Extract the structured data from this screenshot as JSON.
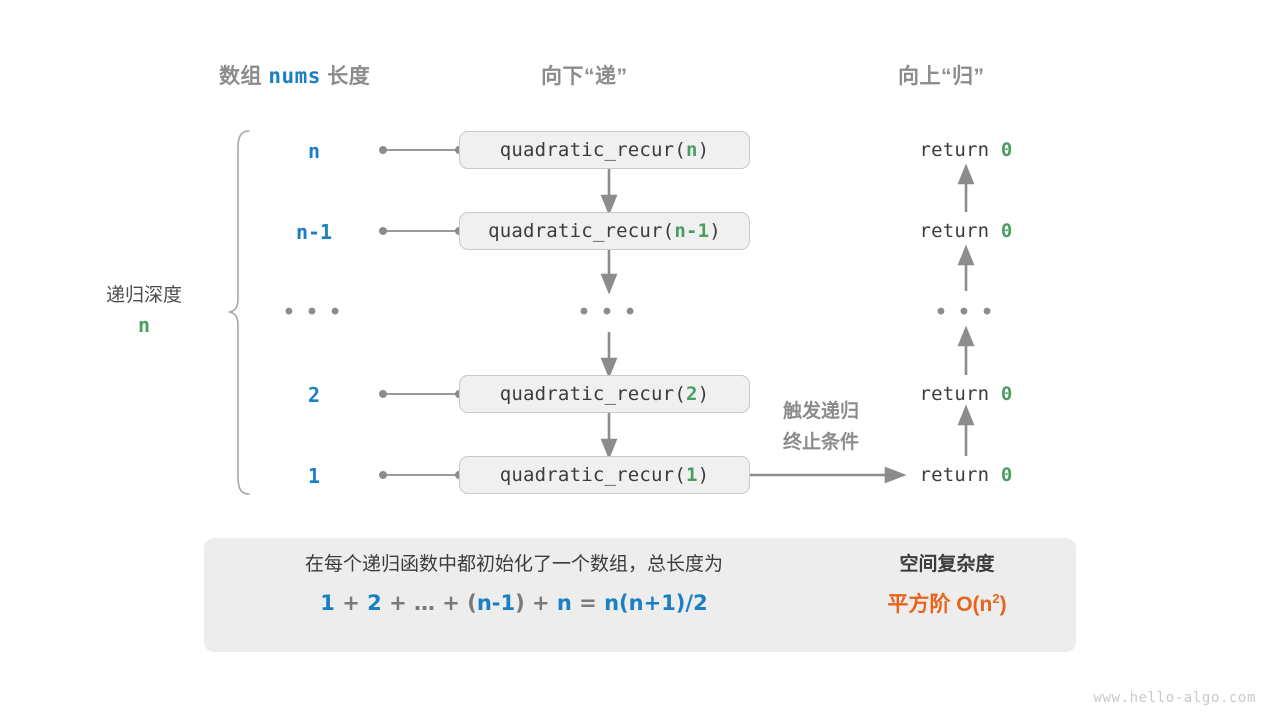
{
  "headers": {
    "left_prefix": "数组 ",
    "left_mono": "nums",
    "left_suffix": " 长度",
    "middle": "向下“递”",
    "right": "向上“归”"
  },
  "depth": {
    "label": "递归深度",
    "value": "n"
  },
  "rows": [
    {
      "label": "n",
      "call_prefix": "quadratic_recur(",
      "call_arg": "n",
      "call_suffix": ")",
      "return_text": "return ",
      "return_value": "0"
    },
    {
      "label": "n-1",
      "call_prefix": "quadratic_recur(",
      "call_arg": "n-1",
      "call_suffix": ")",
      "return_text": "return ",
      "return_value": "0"
    },
    {
      "label": "…",
      "call_prefix": "…",
      "call_arg": "",
      "call_suffix": "",
      "return_text": "…",
      "return_value": ""
    },
    {
      "label": "2",
      "call_prefix": "quadratic_recur(",
      "call_arg": "2",
      "call_suffix": ")",
      "return_text": "return ",
      "return_value": "0"
    },
    {
      "label": "1",
      "call_prefix": "quadratic_recur(",
      "call_arg": "1",
      "call_suffix": ")",
      "return_text": "return ",
      "return_value": "0"
    }
  ],
  "ellipsis": "• • •",
  "side_note": {
    "line1": "触发递归",
    "line2": "终止条件"
  },
  "summary": {
    "description": "在每个递归函数中都初始化了一个数组，总长度为",
    "formula_parts": [
      {
        "text": "1",
        "color": "blue"
      },
      {
        "text": " + ",
        "color": "gray"
      },
      {
        "text": "2",
        "color": "blue"
      },
      {
        "text": " + ",
        "color": "gray"
      },
      {
        "text": "…",
        "color": "gray"
      },
      {
        "text": " + ",
        "color": "gray"
      },
      {
        "text": "(",
        "color": "gray"
      },
      {
        "text": "n-1",
        "color": "blue"
      },
      {
        "text": ")",
        "color": "gray"
      },
      {
        "text": " + ",
        "color": "gray"
      },
      {
        "text": "n",
        "color": "blue"
      },
      {
        "text": " = ",
        "color": "gray"
      },
      {
        "text": "n(n+1)/2",
        "color": "blue"
      }
    ],
    "formula_plain": "1 + 2 + … + (n-1) + n = n(n+1)/2",
    "result_title": "空间复杂度",
    "result_value": "平方阶 O(n²)"
  },
  "watermark": "www.hello-algo.com",
  "colors": {
    "blue": "#1b7fc4",
    "green": "#4a9e62",
    "orange": "#e8641c",
    "gray_text": "#8c8c8c",
    "dark_text": "#3c3c3c",
    "box_fill": "#f0f0f0",
    "box_border": "#c9c9c9",
    "panel_fill": "#ededed",
    "line": "#8c8c8c"
  }
}
